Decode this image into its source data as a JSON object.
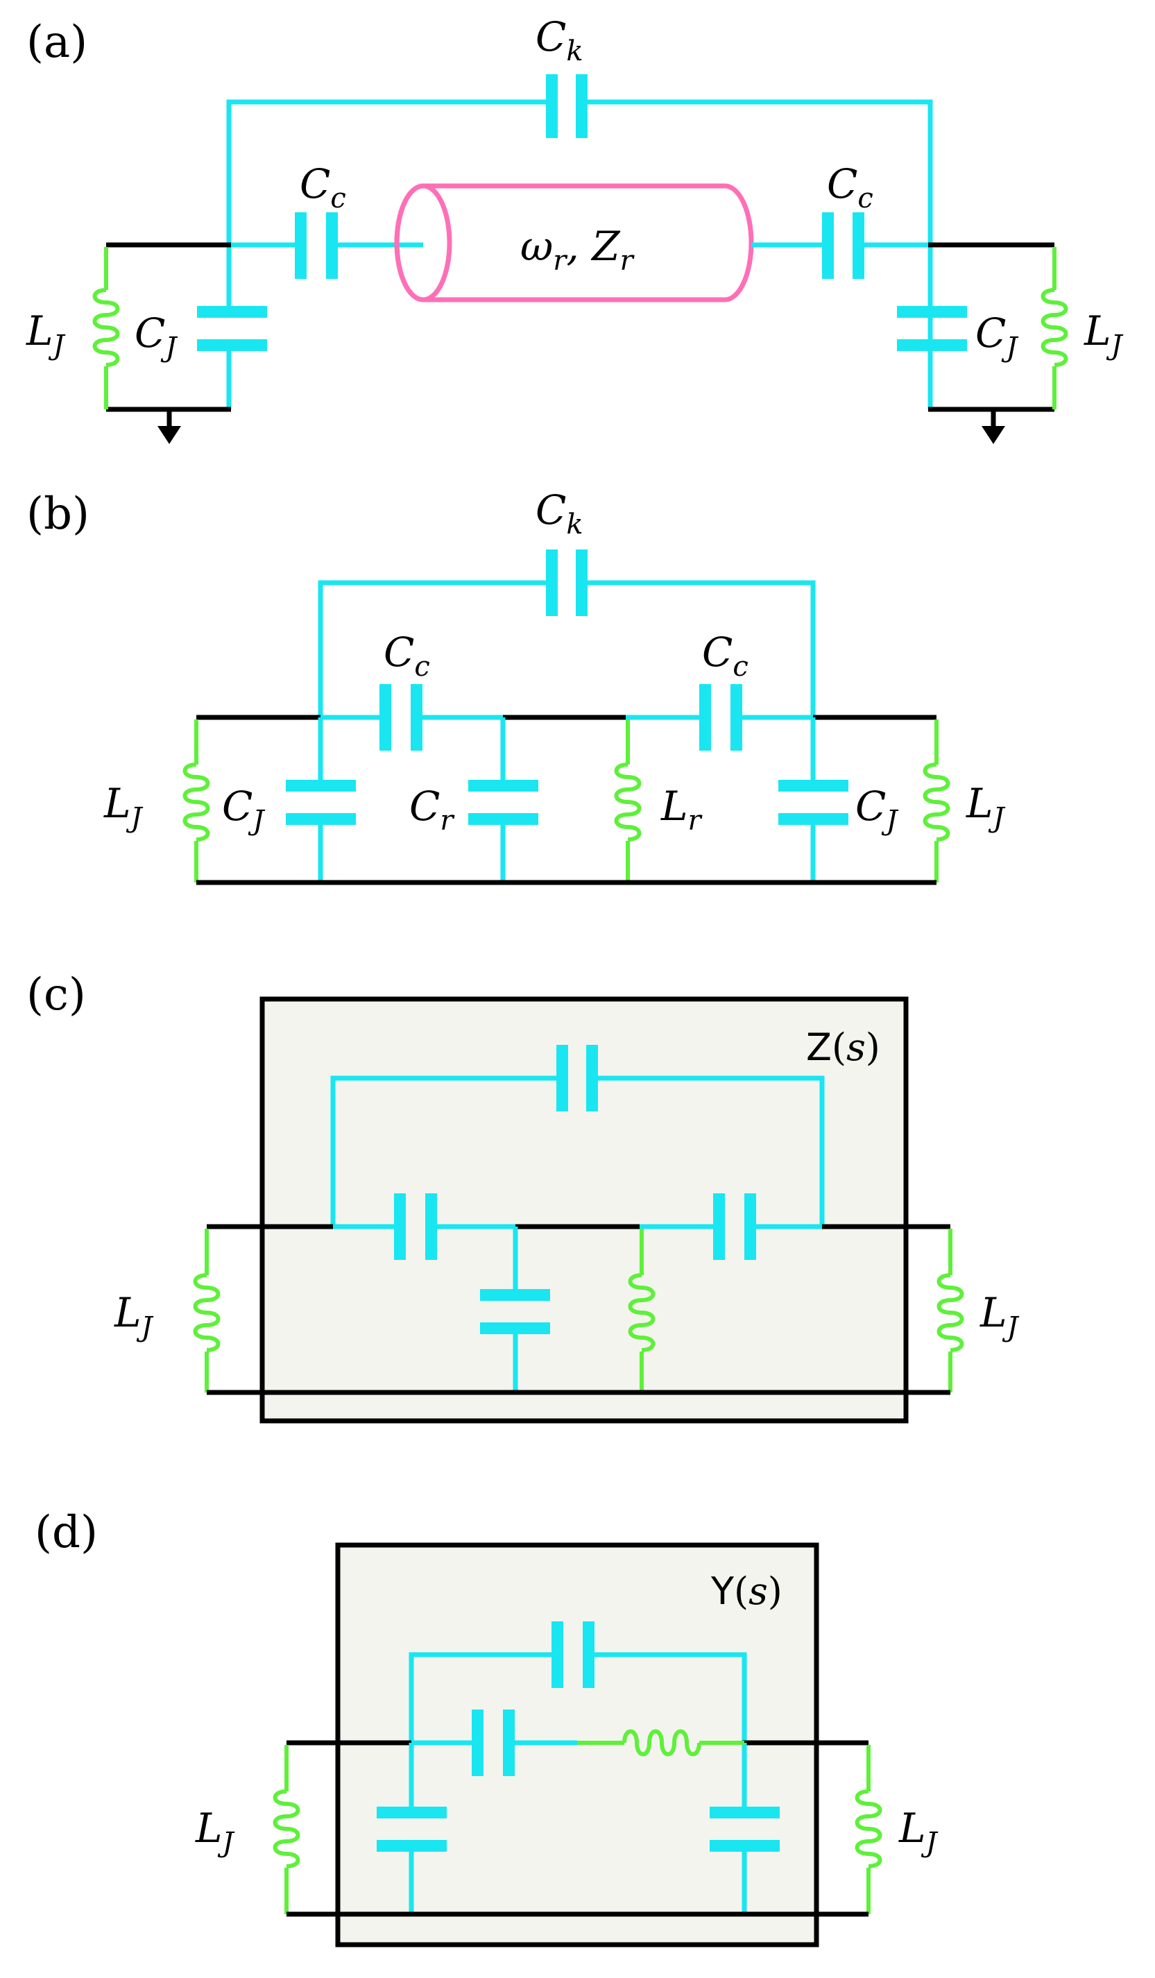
{
  "colors": {
    "capacitor_wire": "#19e6f0",
    "inductor": "#5ef03a",
    "ground_wire": "#000000",
    "resonator": "#ff6fb6",
    "box_fill": "#f4f4ee",
    "box_stroke": "#000000"
  },
  "panels": {
    "a": {
      "tag": "(a)",
      "ck": {
        "main": "C",
        "sub": "k"
      },
      "cc_left": {
        "main": "C",
        "sub": "c"
      },
      "cc_right": {
        "main": "C",
        "sub": "c"
      },
      "resonator": {
        "w": "ω",
        "wsub": "r",
        "sep": ", ",
        "z": "Z",
        "zsub": "r"
      },
      "cj_left": {
        "main": "C",
        "sub": "J"
      },
      "cj_right": {
        "main": "C",
        "sub": "J"
      },
      "lj_left": {
        "main": "L",
        "sub": "J"
      },
      "lj_right": {
        "main": "L",
        "sub": "J"
      }
    },
    "b": {
      "tag": "(b)",
      "ck": {
        "main": "C",
        "sub": "k"
      },
      "cc_left": {
        "main": "C",
        "sub": "c"
      },
      "cc_right": {
        "main": "C",
        "sub": "c"
      },
      "cr": {
        "main": "C",
        "sub": "r"
      },
      "lr": {
        "main": "L",
        "sub": "r"
      },
      "cj_left": {
        "main": "C",
        "sub": "J"
      },
      "cj_right": {
        "main": "C",
        "sub": "J"
      },
      "lj_left": {
        "main": "L",
        "sub": "J"
      },
      "lj_right": {
        "main": "L",
        "sub": "J"
      }
    },
    "c": {
      "tag": "(c)",
      "box": {
        "name": "Z",
        "arg": "s"
      },
      "lj_left": {
        "main": "L",
        "sub": "J"
      },
      "lj_right": {
        "main": "L",
        "sub": "J"
      }
    },
    "d": {
      "tag": "(d)",
      "box": {
        "name": "Y",
        "arg": "s"
      },
      "lj_left": {
        "main": "L",
        "sub": "J"
      },
      "lj_right": {
        "main": "L",
        "sub": "J"
      }
    }
  }
}
